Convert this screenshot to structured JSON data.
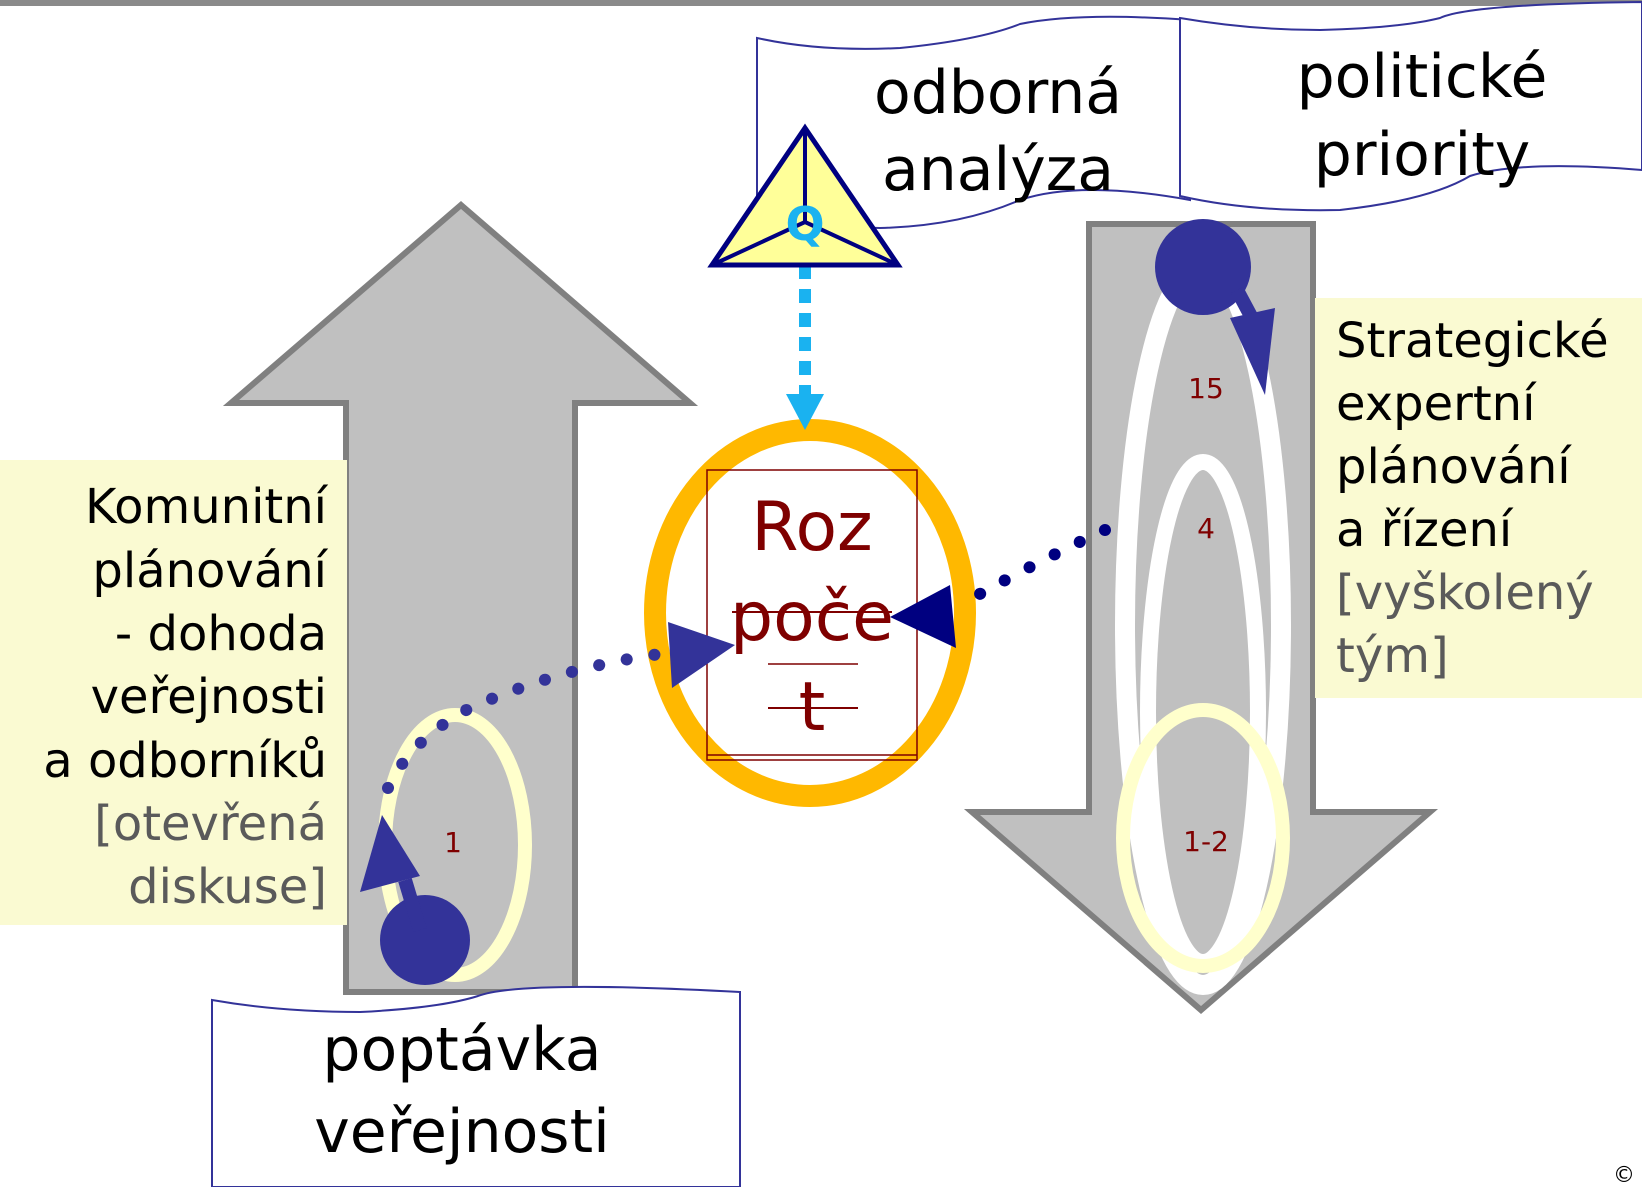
{
  "labels": {
    "odborna": [
      "odborná",
      "analýza"
    ],
    "politicke": [
      "politické",
      "priority"
    ],
    "poptavka": [
      "poptávka",
      "veřejnosti"
    ],
    "komunitni": [
      "Komunitní",
      "plánování",
      "- dohoda",
      "veřejnosti",
      "a odborníků"
    ],
    "komunitni_note": [
      "[otevřená",
      "diskuse]"
    ],
    "strategicke": [
      "Strategické",
      "expertní",
      "plánování",
      "a řízení"
    ],
    "strategicke_note": [
      "[vyškolený",
      "tým]"
    ],
    "rozpocet": [
      "Roz",
      "poče",
      "t"
    ],
    "triangle_letter": "Q",
    "num_1": "1",
    "num_15": "15",
    "num_4": "4",
    "num_12": "1-2",
    "copyright": "©"
  },
  "colors": {
    "arrow_fill": "#c0c0c0",
    "arrow_stroke": "#808080",
    "note_box": "#fafad2",
    "budget_ring": "#ffb800",
    "budget_text": "#7f0000",
    "navy": "#333399",
    "dark_navy": "#000080",
    "cyan": "#1ab2f0",
    "pale_yellow": "#ffffcc",
    "triangle_fill": "#ffff99",
    "note_grey": "#5a5a5a"
  },
  "icons": {
    "triangle": "quality-triangle-icon",
    "doc": "document-shape-icon"
  }
}
